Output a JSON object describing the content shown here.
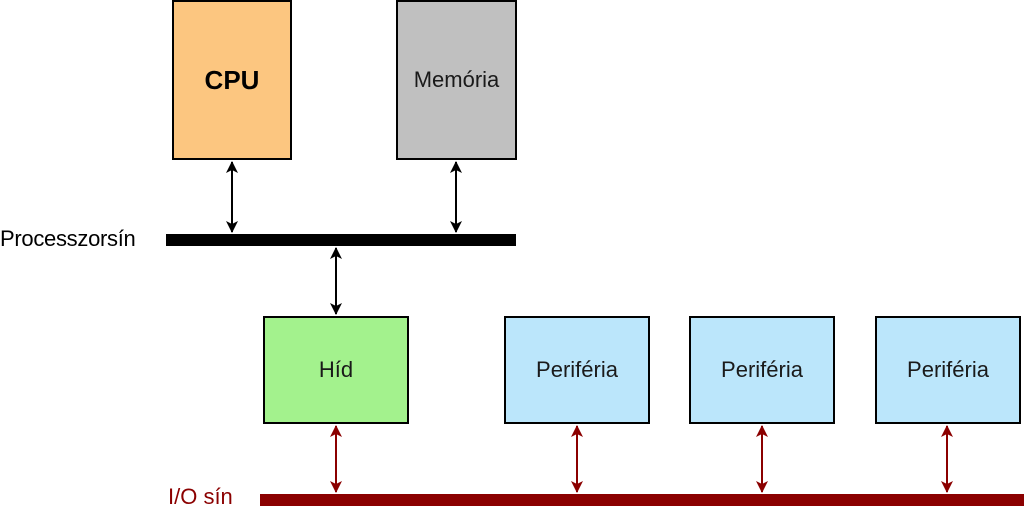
{
  "boxes": {
    "cpu": {
      "label": "CPU",
      "color": "#fcc680"
    },
    "memory": {
      "label": "Memória",
      "color": "#c0c0c0"
    },
    "bridge": {
      "label": "Híd",
      "color": "#a3f28d"
    },
    "peripherals": [
      {
        "label": "Periféria",
        "color": "#bbe6fb"
      },
      {
        "label": "Periféria",
        "color": "#bbe6fb"
      },
      {
        "label": "Periféria",
        "color": "#bbe6fb"
      }
    ]
  },
  "buses": {
    "processor": {
      "label": "Processzorsín",
      "color": "#000000"
    },
    "io": {
      "label": "I/O sín",
      "color": "#8b0000"
    }
  }
}
